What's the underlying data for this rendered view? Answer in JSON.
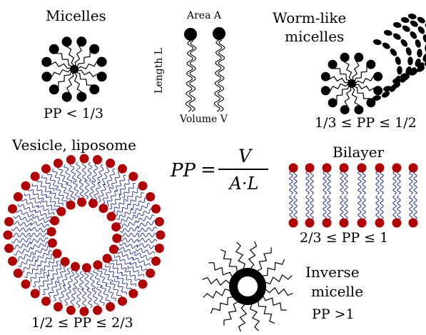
{
  "colors": {
    "ink": "#000000",
    "head_red": "#b30000",
    "tail_blue": "#1f2a9c"
  },
  "panels": {
    "micelles": {
      "title": "Micelles",
      "condition": "PP < 1/3"
    },
    "molecule": {
      "area": "Area A",
      "length": "Length L",
      "volume": "Volume V"
    },
    "worm": {
      "title_line1": "Worm-like",
      "title_line2": "micelles",
      "condition": "1/3 ≤ PP ≤ 1/2"
    },
    "vesicle": {
      "title": "Vesicle, liposome",
      "condition": "1/2 ≤ PP ≤ 2/3"
    },
    "formula": {
      "lhs": "PP",
      "eq": "=",
      "numerator": "V",
      "denominator": "A·L"
    },
    "bilayer": {
      "title": "Bilayer",
      "condition": "2/3 ≤ PP ≤ 1"
    },
    "inverse": {
      "title_line1": "Inverse",
      "title_line2": "micelle",
      "condition": "PP >1"
    }
  }
}
